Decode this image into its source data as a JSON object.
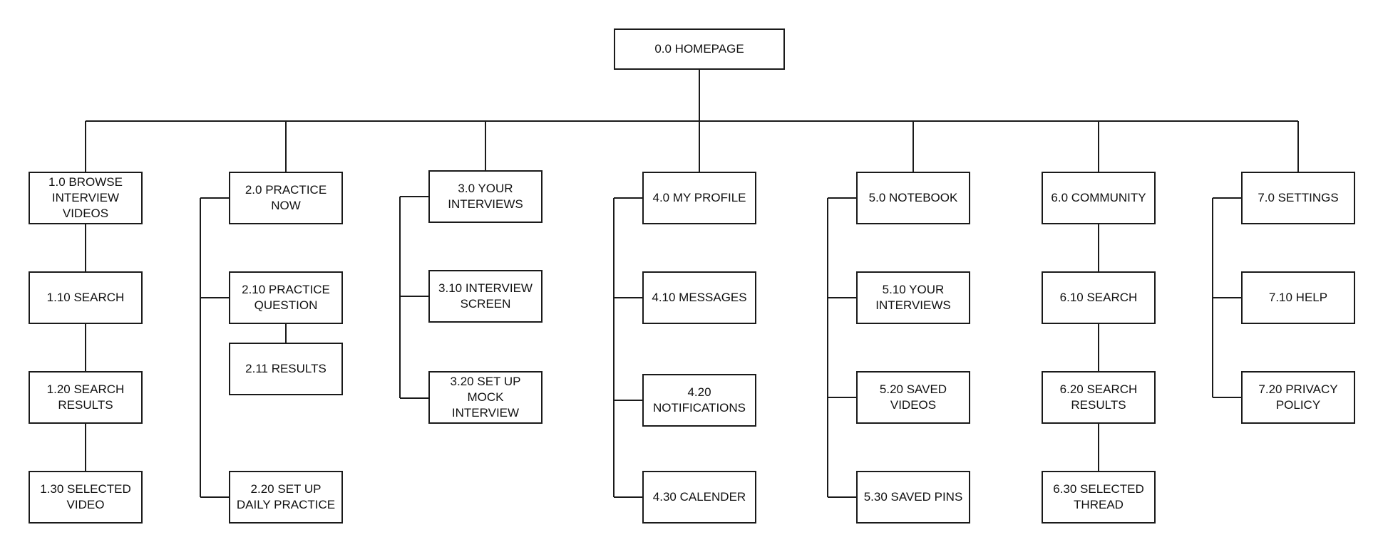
{
  "diagram": {
    "root": "0.0 HOMEPAGE",
    "sections": [
      {
        "title": "1.0 BROWSE\nINTERVIEW\nVIDEOS",
        "children": [
          "1.10 SEARCH",
          "1.20 SEARCH\nRESULTS",
          "1.30 SELECTED\nVIDEO"
        ]
      },
      {
        "title": "2.0 PRACTICE\nNOW",
        "children": [
          "2.10 PRACTICE\nQUESTION",
          "2.11 RESULTS",
          "2.20 SET UP\nDAILY PRACTICE"
        ]
      },
      {
        "title": "3.0 YOUR\nINTERVIEWS",
        "children": [
          "3.10 INTERVIEW\nSCREEN",
          "3.20 SET UP\nMOCK\nINTERVIEW"
        ]
      },
      {
        "title": "4.0 MY PROFILE",
        "children": [
          "4.10 MESSAGES",
          "4.20\nNOTIFICATIONS",
          "4.30 CALENDER"
        ]
      },
      {
        "title": "5.0 NOTEBOOK",
        "children": [
          "5.10 YOUR\nINTERVIEWS",
          "5.20 SAVED\nVIDEOS",
          "5.30 SAVED PINS"
        ]
      },
      {
        "title": "6.0 COMMUNITY",
        "children": [
          "6.10 SEARCH",
          "6.20 SEARCH\nRESULTS",
          "6.30 SELECTED\nTHREAD"
        ]
      },
      {
        "title": "7.0 SETTINGS",
        "children": [
          "7.10 HELP",
          "7.20 PRIVACY\nPOLICY"
        ]
      }
    ]
  }
}
